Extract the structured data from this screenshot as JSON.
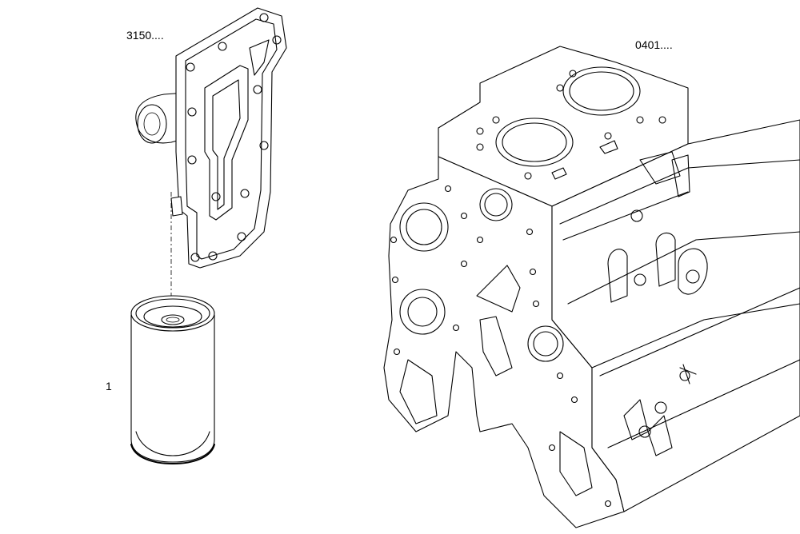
{
  "callouts": {
    "adapter_ref": "3150....",
    "block_ref": "0401....",
    "filter_ref": "1"
  },
  "colors": {
    "background": "#ffffff",
    "line": "#000000"
  }
}
